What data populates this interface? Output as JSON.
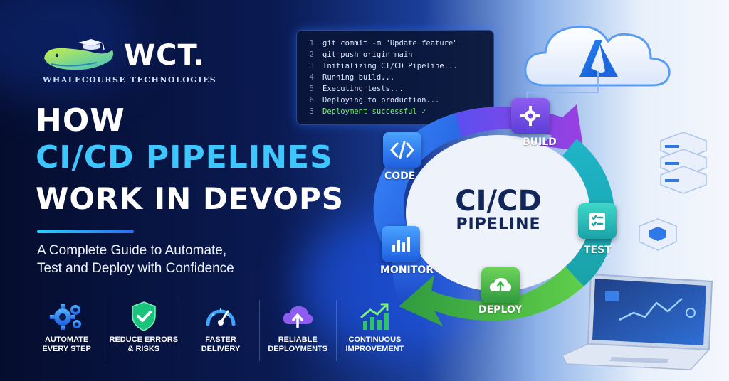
{
  "brand": {
    "name": "WCT.",
    "tagline": "WHALECOURSE TECHNOLOGIES"
  },
  "headline": {
    "line1": "HOW",
    "line2": "CI/CD PIPELINES",
    "line3": "WORK IN DEVOPS"
  },
  "subtitle": {
    "line1": "A Complete Guide to Automate,",
    "line2": "Test and Deploy with Confidence"
  },
  "benefits": [
    {
      "line1": "AUTOMATE",
      "line2": "EVERY STEP",
      "icon": "gears-icon"
    },
    {
      "line1": "REDUCE ERRORS",
      "line2": "& RISKS",
      "icon": "shield-check-icon"
    },
    {
      "line1": "FASTER",
      "line2": "DELIVERY",
      "icon": "speedometer-icon"
    },
    {
      "line1": "RELIABLE",
      "line2": "DEPLOYMENTS",
      "icon": "cloud-upload-icon"
    },
    {
      "line1": "CONTINUOUS",
      "line2": "IMPROVEMENT",
      "icon": "growth-chart-icon"
    }
  ],
  "terminal": {
    "lines": [
      {
        "num": "1",
        "text": "git commit -m \"Update feature\""
      },
      {
        "num": "2",
        "text": "git push origin main"
      },
      {
        "num": "3",
        "text": "Initializing CI/CD Pipeline..."
      },
      {
        "num": "4",
        "text": "Running build..."
      },
      {
        "num": "5",
        "text": "Executing tests..."
      },
      {
        "num": "6",
        "text": "Deploying to production..."
      },
      {
        "num": "3",
        "text": "Deployment successful ✓"
      }
    ]
  },
  "pipeline": {
    "title": "CI/CD",
    "subtitle": "PIPELINE",
    "stages": {
      "code": "CODE",
      "build": "BUILD",
      "test": "TEST",
      "deploy": "DEPLOY",
      "monitor": "MONITOR"
    }
  },
  "colors": {
    "accent_cyan": "#21d4ff",
    "headline_blue": "#3ec6ff",
    "build": "#7b3fe0",
    "test": "#1fb5c8",
    "deploy": "#3bb84a",
    "monitor": "#2a6df4",
    "code": "#2a6df4",
    "azure": "#1a73e8"
  }
}
